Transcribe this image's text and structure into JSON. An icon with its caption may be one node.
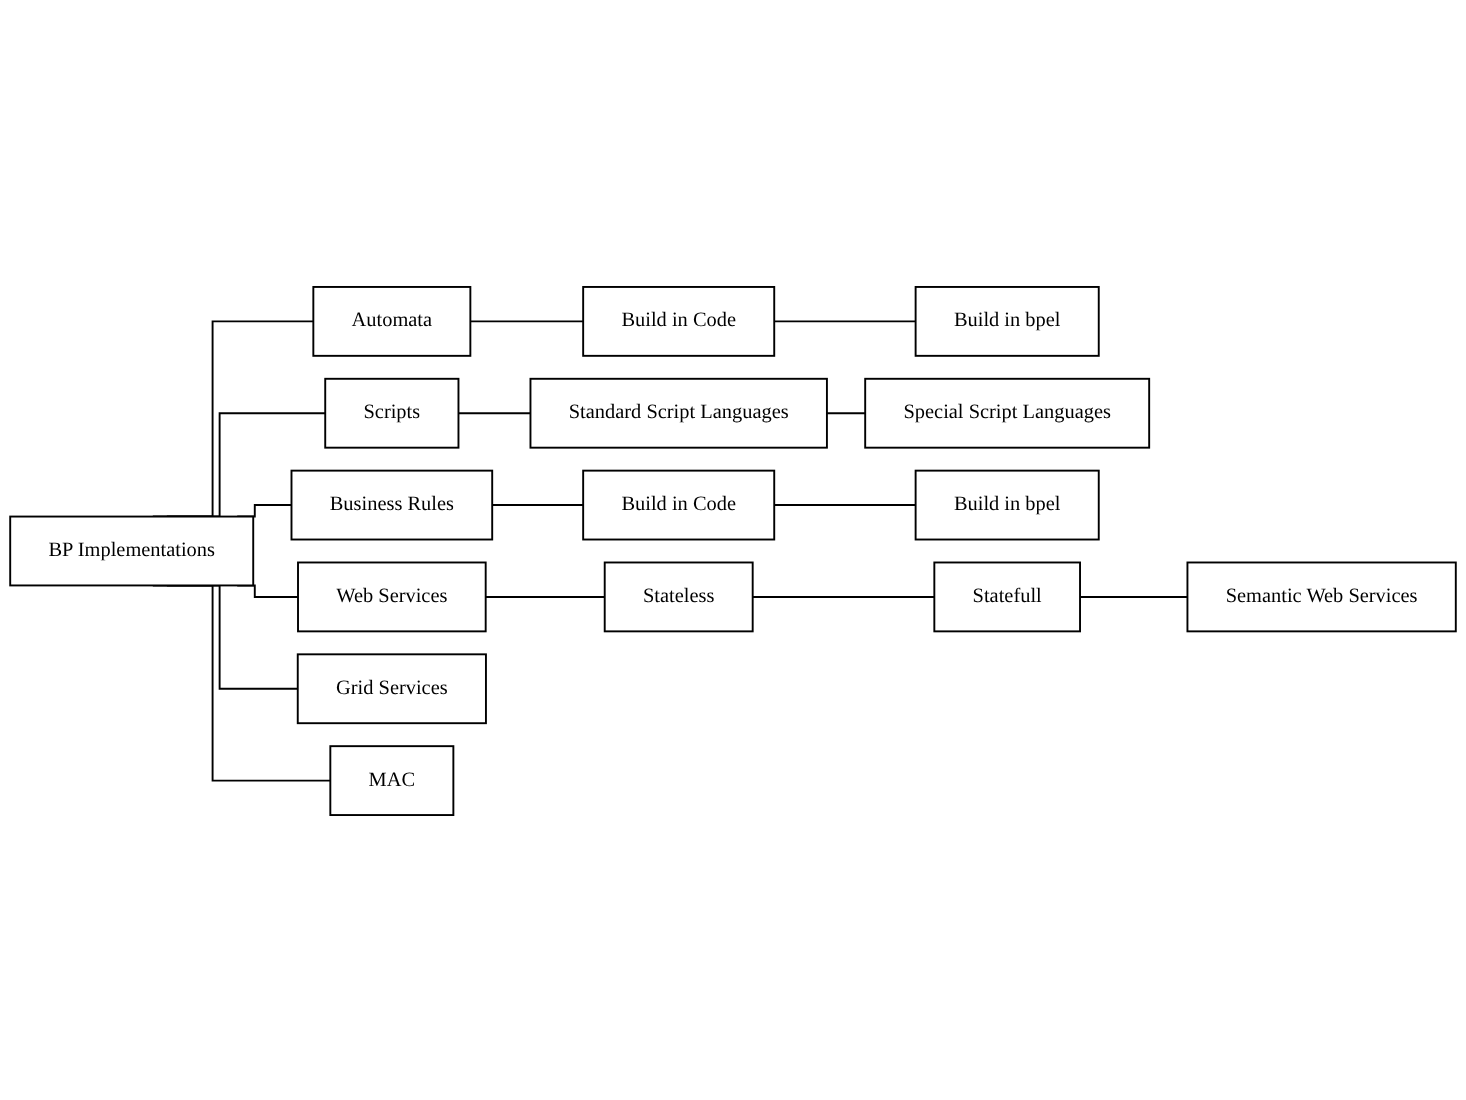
{
  "diagram": {
    "nodes": [
      {
        "text": [
          "BP Implementations"
        ]
      },
      {
        "text": [
          "Automata"
        ]
      },
      {
        "text": [
          "Build in Code"
        ]
      },
      {
        "text": [
          "Build in bpel"
        ]
      },
      {
        "text": [
          "Scripts"
        ]
      },
      {
        "text": [
          "Standard Script Languages"
        ]
      },
      {
        "text": [
          "Special Script Languages"
        ]
      },
      {
        "text": [
          "Business Rules"
        ]
      },
      {
        "text": [
          "Build in Code"
        ]
      },
      {
        "text": [
          "Build in bpel"
        ]
      },
      {
        "text": [
          "Web Services"
        ]
      },
      {
        "text": [
          "Stateless"
        ]
      },
      {
        "text": [
          "Statefull"
        ]
      },
      {
        "text": [
          "Semantic Web Services"
        ]
      },
      {
        "text": [
          "Grid Services"
        ]
      },
      {
        "text": [
          "MAC"
        ]
      }
    ],
    "edges": [
      {
        "from": 0,
        "to": 1,
        "arrow": "none"
      },
      {
        "from": 0,
        "to": 4,
        "arrow": "none"
      },
      {
        "from": 0,
        "to": 7,
        "arrow": "none"
      },
      {
        "from": 0,
        "to": 10,
        "arrow": "none"
      },
      {
        "from": 0,
        "to": 14,
        "arrow": "none"
      },
      {
        "from": 0,
        "to": 15,
        "arrow": "none"
      },
      {
        "from": 1,
        "to": 2,
        "arrow": "none"
      },
      {
        "from": 2,
        "to": 3,
        "arrow": "none"
      },
      {
        "from": 4,
        "to": 5,
        "arrow": "none"
      },
      {
        "from": 5,
        "to": 6,
        "arrow": "none"
      },
      {
        "from": 7,
        "to": 8,
        "arrow": "none"
      },
      {
        "from": 8,
        "to": 9,
        "arrow": "none"
      },
      {
        "from": 10,
        "to": 11,
        "arrow": "none"
      },
      {
        "from": 11,
        "to": 12,
        "arrow": "none"
      },
      {
        "from": 12,
        "to": 13,
        "arrow": "none"
      }
    ]
  }
}
